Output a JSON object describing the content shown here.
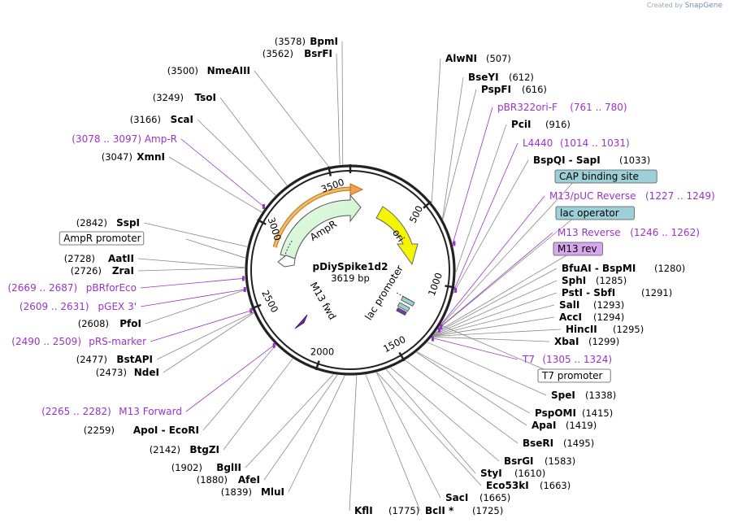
{
  "credit": {
    "prefix": "Created by",
    "brand": "SnapGene"
  },
  "plasmid": {
    "name": "pDiySpike1d2",
    "length": "3619 bp",
    "total_bp": 3619
  },
  "colors": {
    "primer": "#9b32c8",
    "backbone": "#222222",
    "ampr": "#c8f5c8",
    "ori": "#f2f200",
    "rop": "#f0a050"
  },
  "ticks": [
    "500",
    "1000",
    "1500",
    "2000",
    "2500",
    "3000",
    "3500"
  ],
  "features": [
    {
      "name": "AmpR",
      "type": "arrow",
      "color": "#c8f5c8"
    },
    {
      "name": "ori",
      "type": "arrow",
      "color": "#f2f200"
    },
    {
      "name": "lac promoter",
      "type": "arrow"
    },
    {
      "name": "M13 fwd",
      "type": "arrow"
    },
    {
      "name": "AmpR promoter",
      "type": "box"
    },
    {
      "name": "CAP binding site",
      "type": "box"
    },
    {
      "name": "lac operator",
      "type": "box"
    },
    {
      "name": "M13 rev",
      "type": "box"
    },
    {
      "name": "T7 promoter",
      "type": "box"
    }
  ],
  "labels": [
    {
      "kind": "enzyme",
      "pos": "(3578)",
      "name": "BpmI"
    },
    {
      "kind": "enzyme",
      "pos": "(3562)",
      "name": "BsrFI"
    },
    {
      "kind": "enzyme",
      "pos": "(3500)",
      "name": "NmeAIII"
    },
    {
      "kind": "enzyme",
      "pos": "(3249)",
      "name": "TsoI"
    },
    {
      "kind": "enzyme",
      "pos": "(3166)",
      "name": "ScaI"
    },
    {
      "kind": "primer",
      "pos": "(3078 .. 3097)",
      "name": "Amp-R"
    },
    {
      "kind": "enzyme",
      "pos": "(3047)",
      "name": "XmnI"
    },
    {
      "kind": "enzyme",
      "pos": "(2842)",
      "name": "SspI"
    },
    {
      "kind": "box",
      "name": "AmpR promoter"
    },
    {
      "kind": "enzyme",
      "pos": "(2728)",
      "name": "AatII"
    },
    {
      "kind": "enzyme",
      "pos": "(2726)",
      "name": "ZraI"
    },
    {
      "kind": "primer",
      "pos": "(2669 .. 2687)",
      "name": "pBRforEco"
    },
    {
      "kind": "primer",
      "pos": "(2609 .. 2631)",
      "name": "pGEX 3'"
    },
    {
      "kind": "enzyme",
      "pos": "(2608)",
      "name": "PfoI"
    },
    {
      "kind": "primer",
      "pos": "(2490 .. 2509)",
      "name": "pRS-marker"
    },
    {
      "kind": "enzyme",
      "pos": "(2477)",
      "name": "BstAPI"
    },
    {
      "kind": "enzyme",
      "pos": "(2473)",
      "name": "NdeI"
    },
    {
      "kind": "primer",
      "pos": "(2265 .. 2282)",
      "name": "M13 Forward"
    },
    {
      "kind": "enzyme",
      "pos": "(2259)",
      "name": "ApoI - EcoRI"
    },
    {
      "kind": "enzyme",
      "pos": "(2142)",
      "name": "BtgZI"
    },
    {
      "kind": "enzyme",
      "pos": "(1902)",
      "name": "BglII"
    },
    {
      "kind": "enzyme",
      "pos": "(1880)",
      "name": "AfeI"
    },
    {
      "kind": "enzyme",
      "pos": "(1839)",
      "name": "MluI"
    },
    {
      "kind": "enzyme",
      "pos": "(1775)",
      "name": "KflI"
    },
    {
      "kind": "enzyme",
      "pos": "(1725)",
      "name": "BclI *"
    },
    {
      "kind": "enzyme",
      "pos": "(1665)",
      "name": "SacI"
    },
    {
      "kind": "enzyme",
      "pos": "(1663)",
      "name": "Eco53kI"
    },
    {
      "kind": "enzyme",
      "pos": "(1610)",
      "name": "StyI"
    },
    {
      "kind": "enzyme",
      "pos": "(1583)",
      "name": "BsrGI"
    },
    {
      "kind": "enzyme",
      "pos": "(1495)",
      "name": "BseRI"
    },
    {
      "kind": "enzyme",
      "pos": "(1419)",
      "name": "ApaI"
    },
    {
      "kind": "enzyme",
      "pos": "(1415)",
      "name": "PspOMI"
    },
    {
      "kind": "enzyme",
      "pos": "(1338)",
      "name": "SpeI"
    },
    {
      "kind": "box",
      "name": "T7 promoter"
    },
    {
      "kind": "primer",
      "pos": "(1305 .. 1324)",
      "name": "T7"
    },
    {
      "kind": "enzyme",
      "pos": "(1299)",
      "name": "XbaI"
    },
    {
      "kind": "enzyme",
      "pos": "(1295)",
      "name": "HincII"
    },
    {
      "kind": "enzyme",
      "pos": "(1294)",
      "name": "AccI"
    },
    {
      "kind": "enzyme",
      "pos": "(1293)",
      "name": "SalI"
    },
    {
      "kind": "enzyme",
      "pos": "(1291)",
      "name": "PstI - SbfI"
    },
    {
      "kind": "enzyme",
      "pos": "(1285)",
      "name": "SphI"
    },
    {
      "kind": "enzyme",
      "pos": "(1280)",
      "name": "BfuAI - BspMI"
    },
    {
      "kind": "box",
      "name": "M13 rev"
    },
    {
      "kind": "primer",
      "pos": "(1246 .. 1262)",
      "name": "M13 Reverse"
    },
    {
      "kind": "box",
      "name": "lac operator"
    },
    {
      "kind": "primer",
      "pos": "(1227 .. 1249)",
      "name": "M13/pUC Reverse"
    },
    {
      "kind": "box",
      "name": "CAP binding site"
    },
    {
      "kind": "enzyme",
      "pos": "(1033)",
      "name": "BspQI - SapI"
    },
    {
      "kind": "primer",
      "pos": "(1014 .. 1031)",
      "name": "L4440"
    },
    {
      "kind": "enzyme",
      "pos": "(916)",
      "name": "PciI"
    },
    {
      "kind": "primer",
      "pos": "(761 .. 780)",
      "name": "pBR322ori-F"
    },
    {
      "kind": "enzyme",
      "pos": "(616)",
      "name": "PspFI"
    },
    {
      "kind": "enzyme",
      "pos": "(612)",
      "name": "BseYI"
    },
    {
      "kind": "enzyme",
      "pos": "(507)",
      "name": "AlwNI"
    }
  ]
}
